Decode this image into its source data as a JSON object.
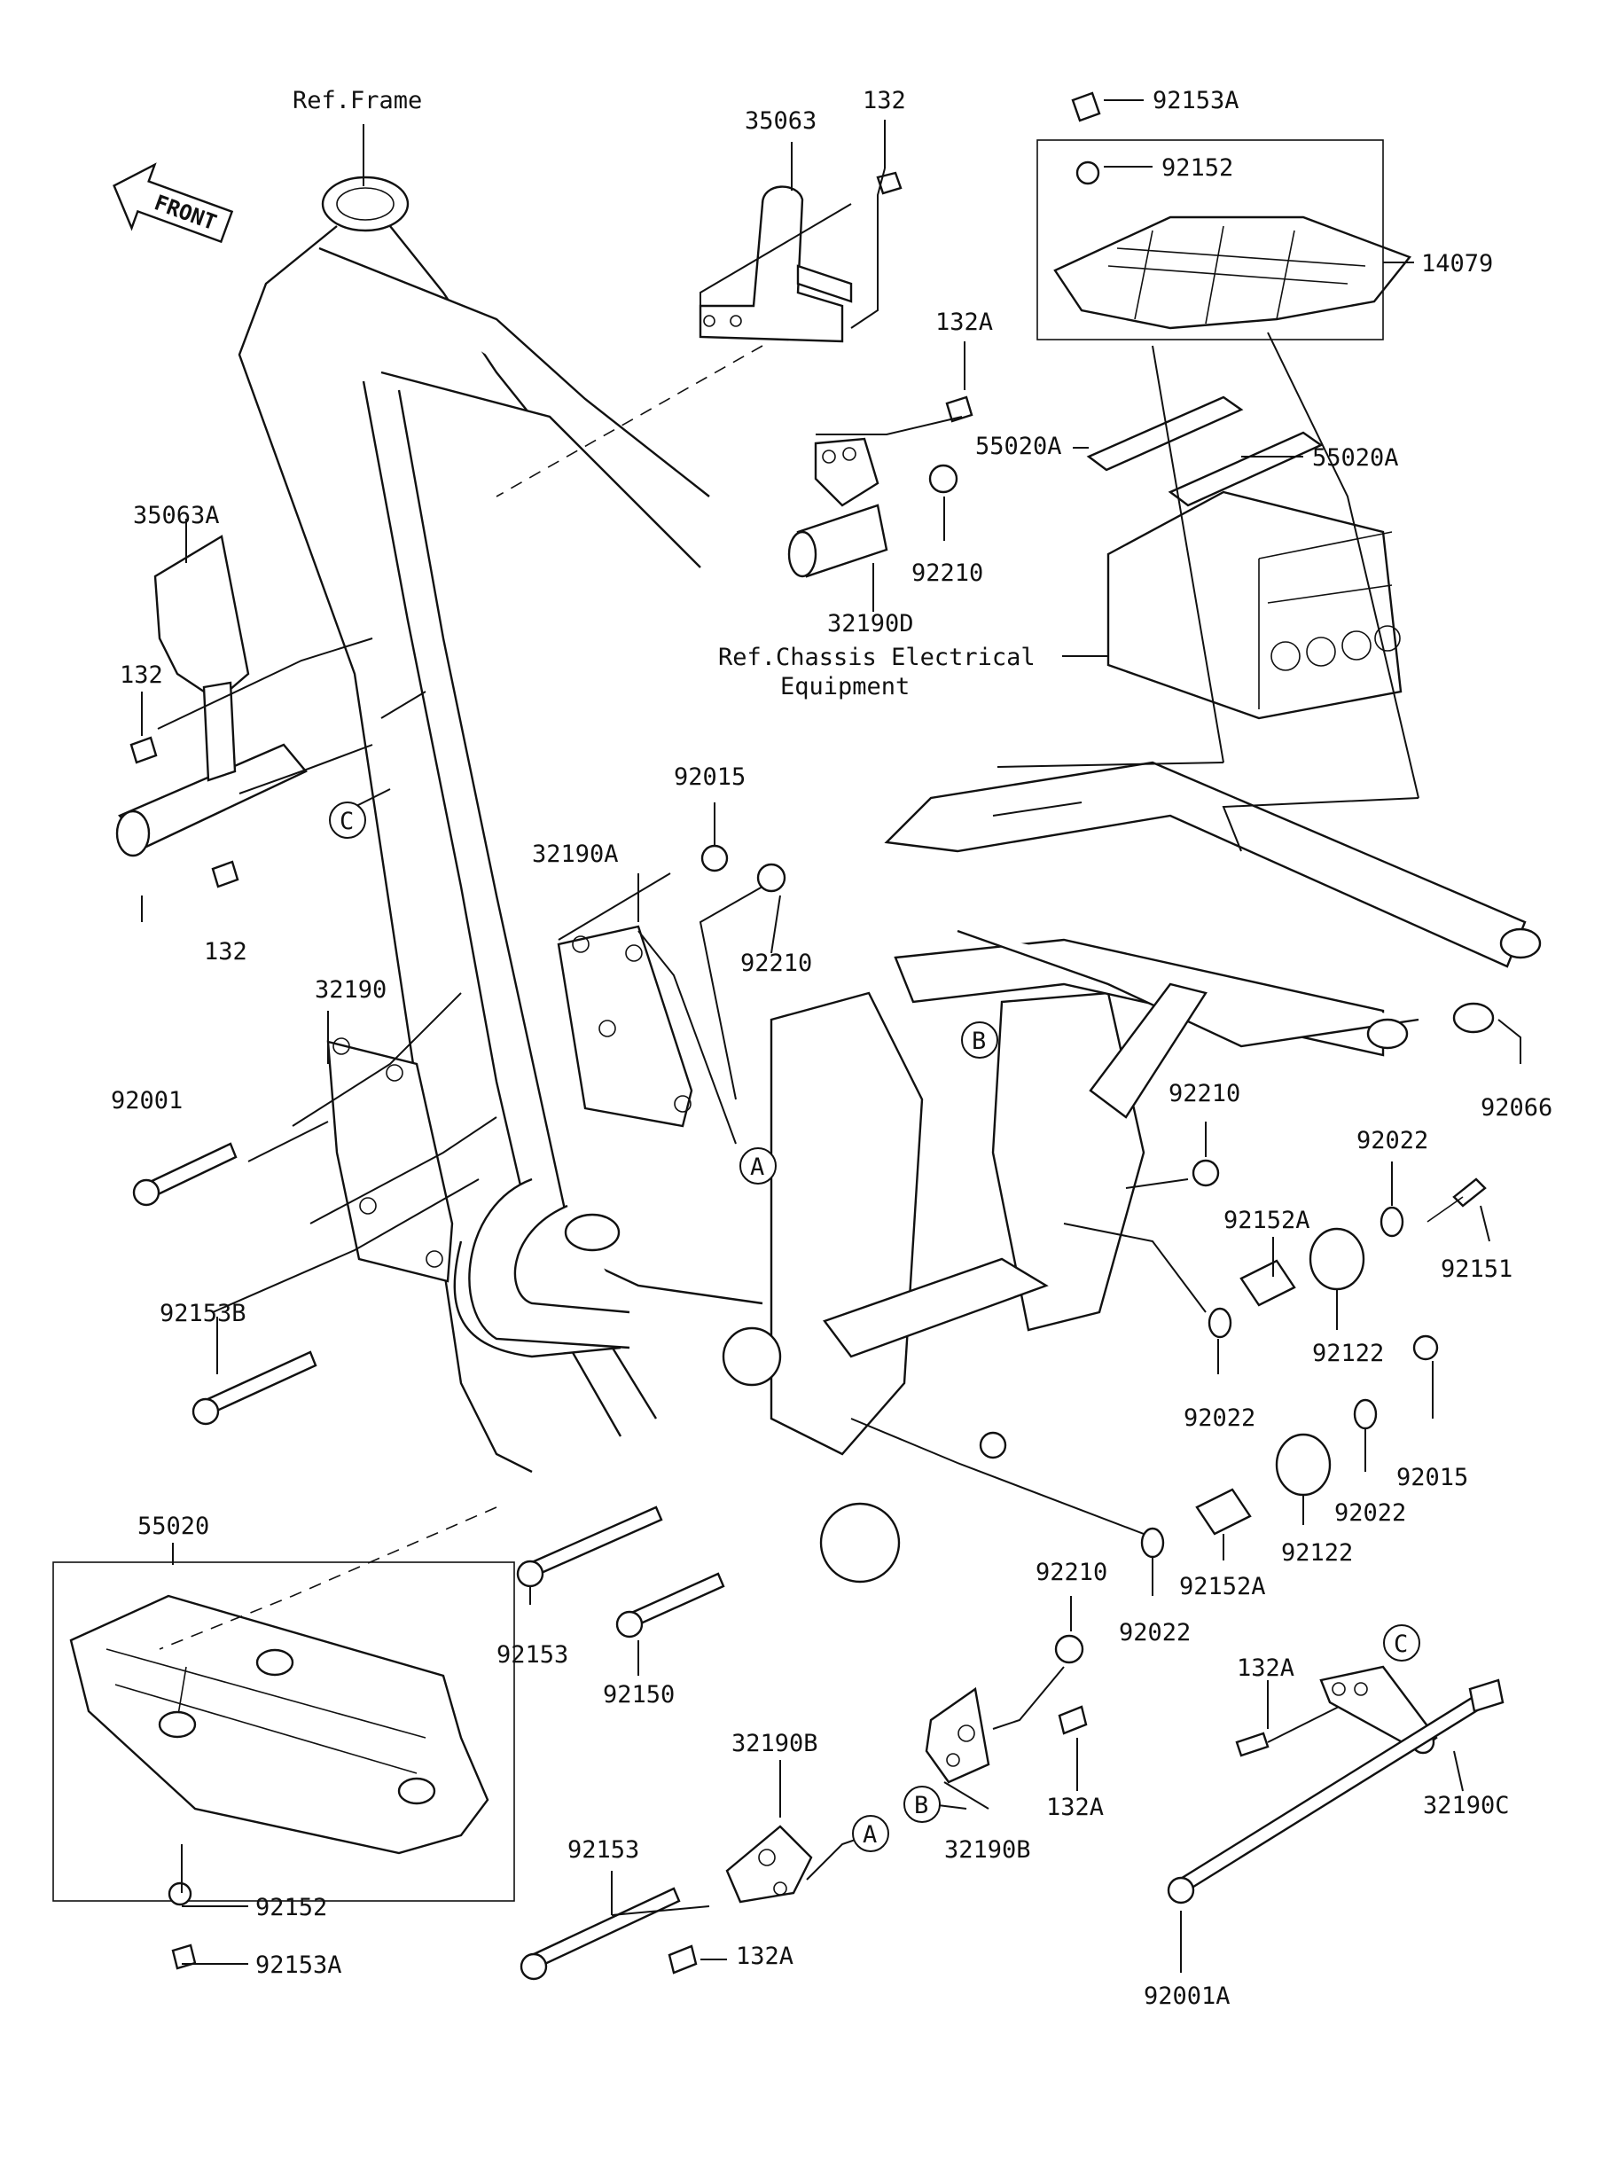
{
  "diagram": {
    "front_arrow_label": "FRONT",
    "reference_labels": {
      "frame": "Ref.Frame",
      "chassis_electrical_line1": "Ref.Chassis Electrical",
      "chassis_electrical_line2": "Equipment"
    },
    "part_labels": [
      {
        "id": "p35063",
        "text": "35063"
      },
      {
        "id": "p132_top",
        "text": "132"
      },
      {
        "id": "p92153A_top",
        "text": "92153A"
      },
      {
        "id": "p92152_top",
        "text": "92152"
      },
      {
        "id": "p14079",
        "text": "14079"
      },
      {
        "id": "p132A_top",
        "text": "132A"
      },
      {
        "id": "p55020A_left",
        "text": "55020A"
      },
      {
        "id": "p55020A_right",
        "text": "55020A"
      },
      {
        "id": "p92210_top",
        "text": "92210"
      },
      {
        "id": "p32190D",
        "text": "32190D"
      },
      {
        "id": "p35063A",
        "text": "35063A"
      },
      {
        "id": "p132_left",
        "text": "132"
      },
      {
        "id": "p132_left2",
        "text": "132"
      },
      {
        "id": "p92015_mid",
        "text": "92015"
      },
      {
        "id": "p32190A",
        "text": "32190A"
      },
      {
        "id": "p92210_mid",
        "text": "92210"
      },
      {
        "id": "p32190",
        "text": "32190"
      },
      {
        "id": "p92001",
        "text": "92001"
      },
      {
        "id": "p92066",
        "text": "92066"
      },
      {
        "id": "p92210_right",
        "text": "92210"
      },
      {
        "id": "p92022_a",
        "text": "92022"
      },
      {
        "id": "p92152A_a",
        "text": "92152A"
      },
      {
        "id": "p92151",
        "text": "92151"
      },
      {
        "id": "p92153B",
        "text": "92153B"
      },
      {
        "id": "p92122_a",
        "text": "92122"
      },
      {
        "id": "p92022_b",
        "text": "92022"
      },
      {
        "id": "p92015_right",
        "text": "92015"
      },
      {
        "id": "p92022_c",
        "text": "92022"
      },
      {
        "id": "p92122_b",
        "text": "92122"
      },
      {
        "id": "p92152A_b",
        "text": "92152A"
      },
      {
        "id": "p55020",
        "text": "55020"
      },
      {
        "id": "p92153_a",
        "text": "92153"
      },
      {
        "id": "p92150",
        "text": "92150"
      },
      {
        "id": "p92210_low",
        "text": "92210"
      },
      {
        "id": "p92022_d",
        "text": "92022"
      },
      {
        "id": "p132A_right",
        "text": "132A"
      },
      {
        "id": "p32190B_a",
        "text": "32190B"
      },
      {
        "id": "p132A_low",
        "text": "132A"
      },
      {
        "id": "p32190C",
        "text": "32190C"
      },
      {
        "id": "p32190B_b",
        "text": "32190B"
      },
      {
        "id": "p92153_b",
        "text": "92153"
      },
      {
        "id": "p92152_low",
        "text": "92152"
      },
      {
        "id": "p132A_bottom",
        "text": "132A"
      },
      {
        "id": "p92153A_bottom",
        "text": "92153A"
      },
      {
        "id": "p92001A",
        "text": "92001A"
      }
    ],
    "callouts": [
      {
        "id": "cC_left",
        "text": "C"
      },
      {
        "id": "cB_mid",
        "text": "B"
      },
      {
        "id": "cA_mid",
        "text": "A"
      },
      {
        "id": "cC_right",
        "text": "C"
      },
      {
        "id": "cB_low",
        "text": "B"
      },
      {
        "id": "cA_low",
        "text": "A"
      }
    ]
  }
}
